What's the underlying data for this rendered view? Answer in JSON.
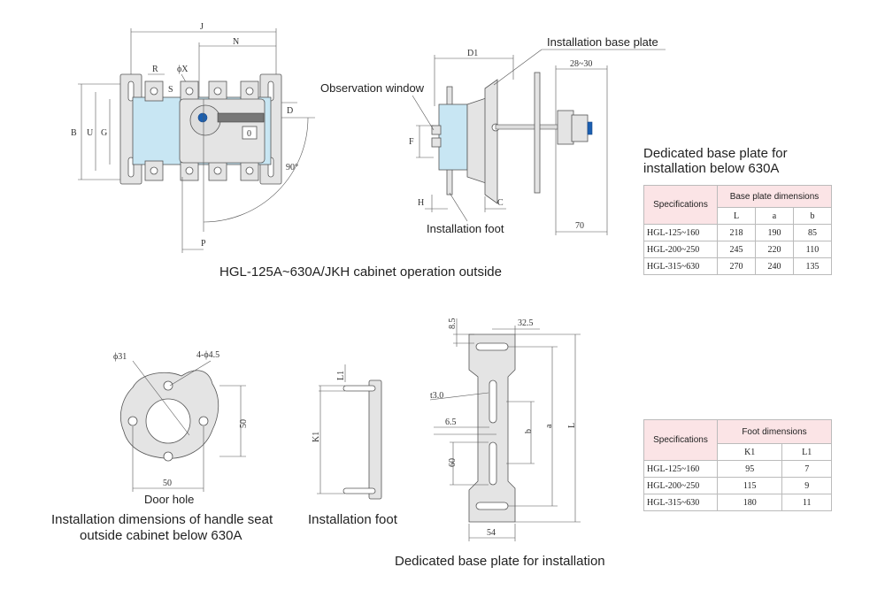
{
  "top_drawing": {
    "caption": "HGL-125A~630A/JKH cabinet operation outside",
    "dims": {
      "J": "J",
      "N": "N",
      "R": "R",
      "phiX": "ϕX",
      "S": "S",
      "B": "B",
      "U": "U",
      "G": "G",
      "D": "D",
      "angle": "90°",
      "P": "P"
    },
    "switch_label": "0"
  },
  "side_drawing": {
    "label_observation": "Observation window",
    "label_base_plate": "Installation base plate",
    "label_foot": "Installation foot",
    "dims": {
      "D1": "D1",
      "range": "28~30",
      "F": "F",
      "H": "H",
      "C": "C",
      "seventy": "70"
    }
  },
  "table1": {
    "title_line1": "Dedicated base plate for",
    "title_line2": "installation below 630A",
    "spec_header": "Specifications",
    "group_header": "Base plate dimensions",
    "cols": [
      "L",
      "a",
      "b"
    ],
    "rows": [
      {
        "spec": "HGL-125~160",
        "values": [
          "218",
          "190",
          "85"
        ]
      },
      {
        "spec": "HGL-200~250",
        "values": [
          "245",
          "220",
          "110"
        ]
      },
      {
        "spec": "HGL-315~630",
        "values": [
          "270",
          "240",
          "135"
        ]
      }
    ]
  },
  "door_hole": {
    "label": "Door hole",
    "caption_line1": "Installation dimensions of handle seat",
    "caption_line2": "outside cabinet below 630A",
    "dims": {
      "phi31": "ϕ31",
      "holes": "4-ϕ4.5",
      "fifty_v": "50",
      "fifty_h": "50"
    }
  },
  "foot_drawing": {
    "caption": "Installation foot",
    "dims": {
      "L1": "L1",
      "K1": "K1"
    }
  },
  "base_plate_drawing": {
    "caption": "Dedicated base plate for installation",
    "dims": {
      "d85": "8.5",
      "d325": "32.5",
      "t30": "t3.0",
      "d65": "6.5",
      "d60": "60",
      "d54": "54",
      "b": "b",
      "a": "a",
      "L": "L"
    }
  },
  "table2": {
    "spec_header": "Specifications",
    "group_header": "Foot dimensions",
    "cols": [
      "K1",
      "L1"
    ],
    "rows": [
      {
        "spec": "HGL-125~160",
        "values": [
          "95",
          "7"
        ]
      },
      {
        "spec": "HGL-200~250",
        "values": [
          "115",
          "9"
        ]
      },
      {
        "spec": "HGL-315~630",
        "values": [
          "180",
          "11"
        ]
      }
    ]
  }
}
